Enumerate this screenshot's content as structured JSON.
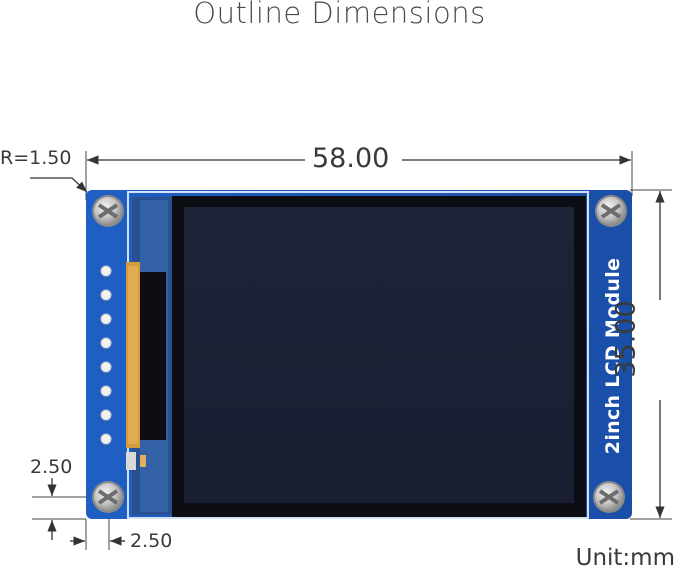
{
  "title": "Outline Dimensions",
  "dimensions": {
    "width": "58.00",
    "height": "35.00",
    "corner_radius": "R=1.50",
    "hole_offset_y": "2.50",
    "hole_offset_x": "2.50"
  },
  "module_label": "2inch LCD Module",
  "unit": "Unit:mm",
  "colors": {
    "pcb": "#1a55b8",
    "screen": "#1c2236",
    "bezel": "#0c0e14",
    "screw": "#c9c9c9"
  }
}
